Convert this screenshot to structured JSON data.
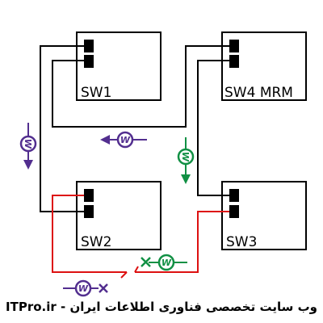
{
  "switches": {
    "sw1": "SW1",
    "sw2": "SW2",
    "sw3": "SW3",
    "sw4": "SW4 MRM"
  },
  "frame_glyph": "W",
  "footer": {
    "site_text": "ITPro.ir - وب سایت تخصصی فناوری اطلاعات ایران"
  },
  "colors": {
    "ring": "#000000",
    "broken_link": "#dd1111",
    "mrm_test_frame": "#522e8f",
    "link_down_frame": "#119044",
    "port": "#000000"
  }
}
